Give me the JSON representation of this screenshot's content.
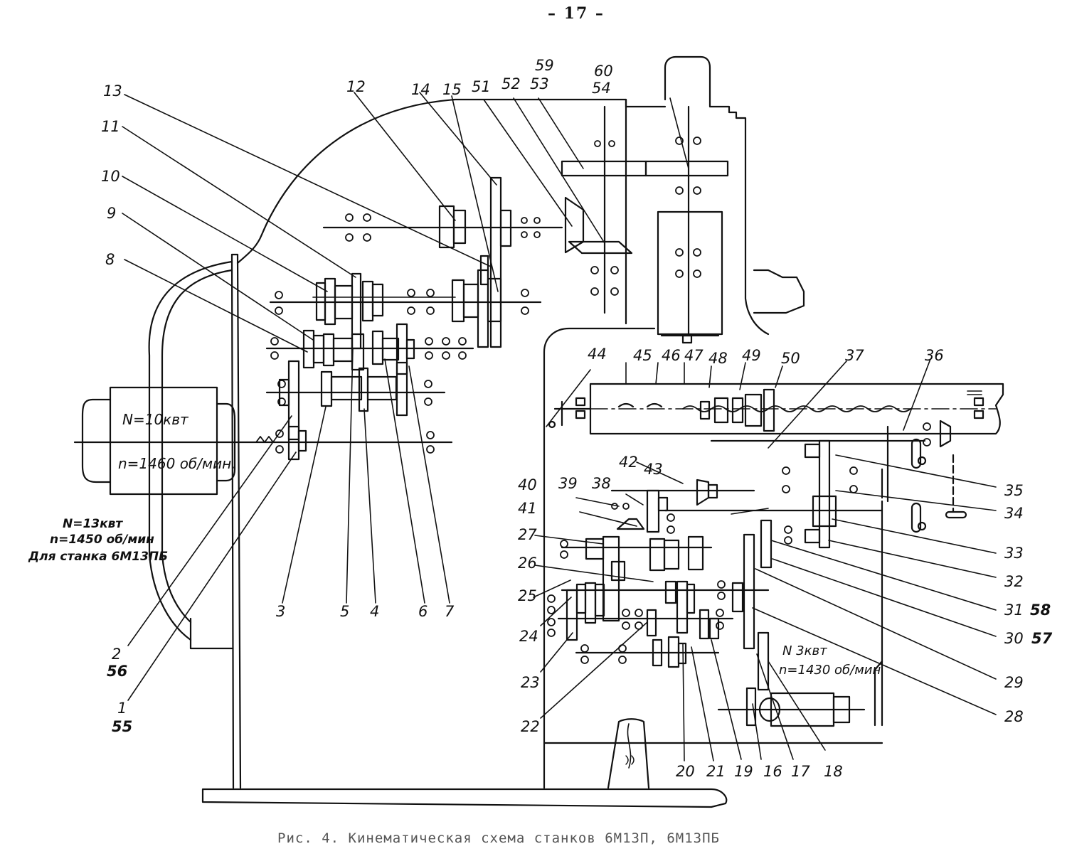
{
  "page": {
    "number": "– 17 –",
    "caption": "Рис. 4. Кинематическая схема станков 6М13П, 6М13ПБ"
  },
  "main_motor": {
    "power": "N=10квт",
    "speed": "n=1460 об/мин."
  },
  "alt_motor_note": {
    "power": "N=13квт",
    "speed": "n=1450 об/мин",
    "applies_to": "Для станка 6М13ПБ"
  },
  "feed_motor": {
    "power": "N 3квт",
    "speed": "n=1430 об/мин"
  },
  "labels": [
    {
      "id": "13",
      "text": "13"
    },
    {
      "id": "11",
      "text": "11"
    },
    {
      "id": "10",
      "text": "10"
    },
    {
      "id": "9",
      "text": "9"
    },
    {
      "id": "8",
      "text": "8"
    },
    {
      "id": "12",
      "text": "12"
    },
    {
      "id": "14",
      "text": "14"
    },
    {
      "id": "15",
      "text": "15"
    },
    {
      "id": "51",
      "text": "51"
    },
    {
      "id": "52",
      "text": "52"
    },
    {
      "id": "59",
      "text": "59"
    },
    {
      "id": "53",
      "text": "53"
    },
    {
      "id": "60",
      "text": "60"
    },
    {
      "id": "54",
      "text": "54"
    },
    {
      "id": "3",
      "text": "3"
    },
    {
      "id": "5",
      "text": "5"
    },
    {
      "id": "4",
      "text": "4"
    },
    {
      "id": "6",
      "text": "6"
    },
    {
      "id": "7",
      "text": "7"
    },
    {
      "id": "2",
      "text": "2"
    },
    {
      "id": "56",
      "text": "56"
    },
    {
      "id": "1",
      "text": "1"
    },
    {
      "id": "55",
      "text": "55"
    },
    {
      "id": "44",
      "text": "44"
    },
    {
      "id": "45",
      "text": "45"
    },
    {
      "id": "46",
      "text": "46"
    },
    {
      "id": "47",
      "text": "47"
    },
    {
      "id": "48",
      "text": "48"
    },
    {
      "id": "49",
      "text": "49"
    },
    {
      "id": "50",
      "text": "50"
    },
    {
      "id": "37",
      "text": "37"
    },
    {
      "id": "36",
      "text": "36"
    },
    {
      "id": "35",
      "text": "35"
    },
    {
      "id": "34",
      "text": "34"
    },
    {
      "id": "33",
      "text": "33"
    },
    {
      "id": "32",
      "text": "32"
    },
    {
      "id": "31",
      "text": "31"
    },
    {
      "id": "58",
      "text": "58"
    },
    {
      "id": "30",
      "text": "30"
    },
    {
      "id": "57",
      "text": "57"
    },
    {
      "id": "29",
      "text": "29"
    },
    {
      "id": "28",
      "text": "28"
    },
    {
      "id": "42",
      "text": "42"
    },
    {
      "id": "43",
      "text": "43"
    },
    {
      "id": "40",
      "text": "40"
    },
    {
      "id": "39",
      "text": "39"
    },
    {
      "id": "38",
      "text": "38"
    },
    {
      "id": "41",
      "text": "41"
    },
    {
      "id": "27",
      "text": "27"
    },
    {
      "id": "26",
      "text": "26"
    },
    {
      "id": "25",
      "text": "25"
    },
    {
      "id": "24",
      "text": "24"
    },
    {
      "id": "23",
      "text": "23"
    },
    {
      "id": "22",
      "text": "22"
    },
    {
      "id": "20",
      "text": "20"
    },
    {
      "id": "21",
      "text": "21"
    },
    {
      "id": "19",
      "text": "19"
    },
    {
      "id": "16",
      "text": "16"
    },
    {
      "id": "17",
      "text": "17"
    },
    {
      "id": "18",
      "text": "18"
    }
  ]
}
